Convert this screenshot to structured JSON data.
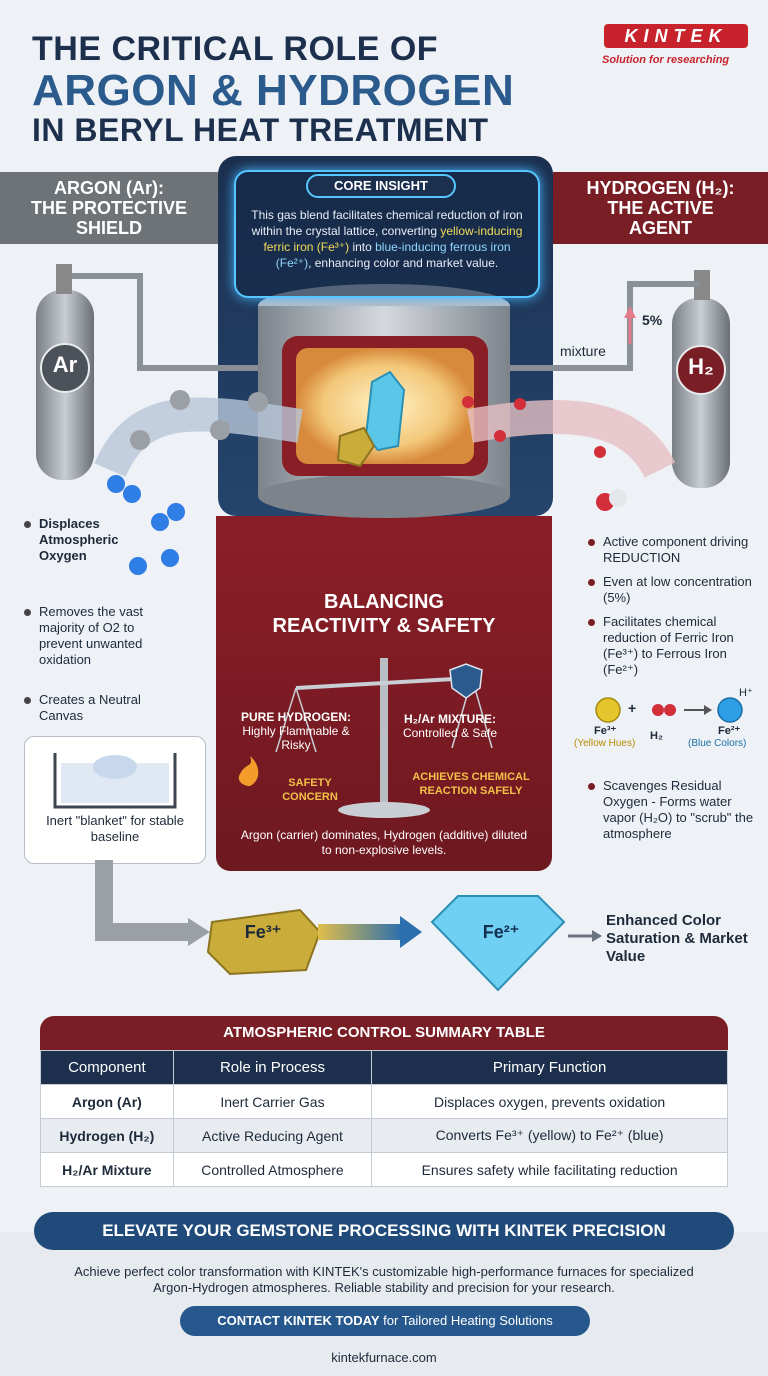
{
  "header": {
    "line1": "THE CRITICAL ROLE OF",
    "line2": "ARGON & HYDROGEN",
    "line3": "IN BERYL HEAT TREATMENT",
    "logo": "KINTEK",
    "logo_sub": "Solution for researching"
  },
  "argon": {
    "banner_line1": "ARGON (Ar):",
    "banner_line2": "THE PROTECTIVE",
    "banner_line3": "SHIELD",
    "tank_label": "Ar",
    "points": [
      "Displaces Atmospheric Oxygen",
      "Removes the vast majority of O2 to prevent unwanted oxidation",
      "Creates a Neutral Canvas"
    ],
    "blanket_caption": "Inert \"blanket\" for stable baseline"
  },
  "hydrogen": {
    "banner_line1": "HYDROGEN (H₂):",
    "banner_line2": "THE ACTIVE",
    "banner_line3": "AGENT",
    "tank_label": "H₂",
    "percent": "5%",
    "mixture": "mixture",
    "points": [
      "Active component driving REDUCTION",
      "Even at low concentration (5%)",
      "Facilitates chemical reduction of Ferric Iron (Fe³⁺) to Ferrous Iron (Fe²⁺)"
    ],
    "reaction": {
      "fe3": "Fe³⁺",
      "fe3_note": "(Yellow Hues)",
      "plus": "+",
      "h2": "H₂",
      "fe2": "Fe²⁺",
      "fe2_note": "(Blue Colors)",
      "hplus": "H⁺"
    },
    "scavenge": "Scavenges Residual Oxygen - Forms water vapor (H₂O) to \"scrub\" the atmosphere"
  },
  "core": {
    "tag": "CORE INSIGHT",
    "text_a": "This gas blend facilitates chemical reduction of iron within the crystal lattice, converting ",
    "text_y": "yellow-inducing ferric iron (Fe³⁺)",
    "text_b": " into ",
    "text_bl": "blue-inducing ferrous iron (Fe²⁺)",
    "text_c": ", enhancing color and market value."
  },
  "balance": {
    "title_line1": "BALANCING",
    "title_line2": "REACTIVITY & SAFETY",
    "left_title": "PURE HYDROGEN:",
    "left_sub": "Highly Flammable & Risky",
    "left_flag": "SAFETY CONCERN",
    "right_title": "H₂/Ar MIXTURE:",
    "right_sub": "Controlled & Safe",
    "right_flag": "ACHIEVES CHEMICAL REACTION SAFELY",
    "note": "Argon (carrier) dominates, Hydrogen (additive) diluted to non-explosive levels."
  },
  "transform": {
    "from": "Fe³⁺",
    "to": "Fe²⁺",
    "result": "Enhanced Color Saturation & Market Value"
  },
  "table": {
    "title": "ATMOSPHERIC CONTROL SUMMARY TABLE",
    "headers": [
      "Component",
      "Role in Process",
      "Primary Function"
    ],
    "rows": [
      [
        "Argon (Ar)",
        "Inert Carrier Gas",
        "Displaces oxygen, prevents oxidation"
      ],
      [
        "Hydrogen (H₂)",
        "Active Reducing Agent",
        "Converts Fe³⁺ (yellow) to Fe²⁺ (blue)"
      ],
      [
        "H₂/Ar Mixture",
        "Controlled Atmosphere",
        "Ensures safety while facilitating reduction"
      ]
    ]
  },
  "footer": {
    "banner": "ELEVATE YOUR GEMSTONE PROCESSING WITH KINTEK PRECISION",
    "text": "Achieve perfect color transformation with KINTEK's customizable high-performance furnaces for specialized Argon-Hydrogen atmospheres. Reliable stability and precision for your research.",
    "button_bold": "CONTACT KINTEK TODAY",
    "button_rest": " for Tailored Heating Solutions",
    "site": "kintekfurnace.com"
  }
}
